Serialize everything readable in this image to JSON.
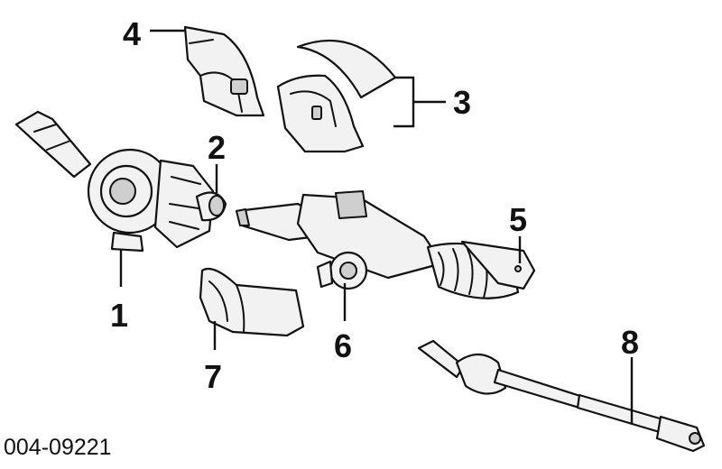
{
  "diagram": {
    "code": "004-09221",
    "callouts": [
      "1",
      "2",
      "3",
      "4",
      "5",
      "6",
      "7",
      "8"
    ]
  }
}
